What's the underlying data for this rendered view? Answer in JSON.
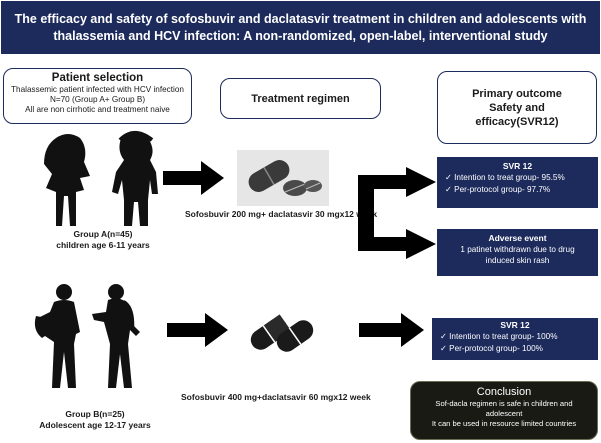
{
  "title": {
    "line1": "The efficacy and safety of sofosbuvir and daclatasvir treatment in children and adolescents with",
    "line2": "thalassemia and HCV infection: A non-randomized, open-label, interventional study"
  },
  "patient_selection": {
    "title": "Patient selection",
    "lines": [
      "Thalassemic patient infected with HCV infection",
      "N=70 (Group A+ Group B)",
      "All are non cirrhotic and treatment naive"
    ]
  },
  "treatment_regimen": {
    "title": "Treatment regimen"
  },
  "primary_outcome": {
    "lines": [
      "Primary outcome",
      "Safety and",
      "efficacy(SVR12)"
    ]
  },
  "group_a": {
    "label": "Group A(n=45)",
    "desc": "children age 6-11 years",
    "regimen": "Sofosbuvir 200 mg+ daclatasvir 30 mgx12 week"
  },
  "group_b": {
    "label": "Group B(n=25)",
    "desc": "Adolescent age 12-17 years",
    "regimen": "Sofosbuvir 400 mg+daclatsavir 60 mgx12 week"
  },
  "svr_a": {
    "title": "SVR 12",
    "items": [
      "Intention to treat group- 95.5%",
      "Per-protocol group- 97.7%"
    ]
  },
  "adverse_event": {
    "title": "Adverse event",
    "lines": [
      "1 patinet withdrawn due to drug",
      "induced skin rash"
    ]
  },
  "svr_b": {
    "title": "SVR 12",
    "items": [
      "Intention to treat group- 100%",
      "Per-protocol group- 100%"
    ]
  },
  "conclusion": {
    "title": "Conclusion",
    "lines": [
      "Sof-dacla regimen is safe in children and",
      "adolescent",
      "It can be used in  resource limited  countries"
    ]
  },
  "check_mark": "✓",
  "colors": {
    "navy": "#1c2a5c",
    "conclusion_bg": "#1a1a14",
    "silhouette": "#111111"
  }
}
